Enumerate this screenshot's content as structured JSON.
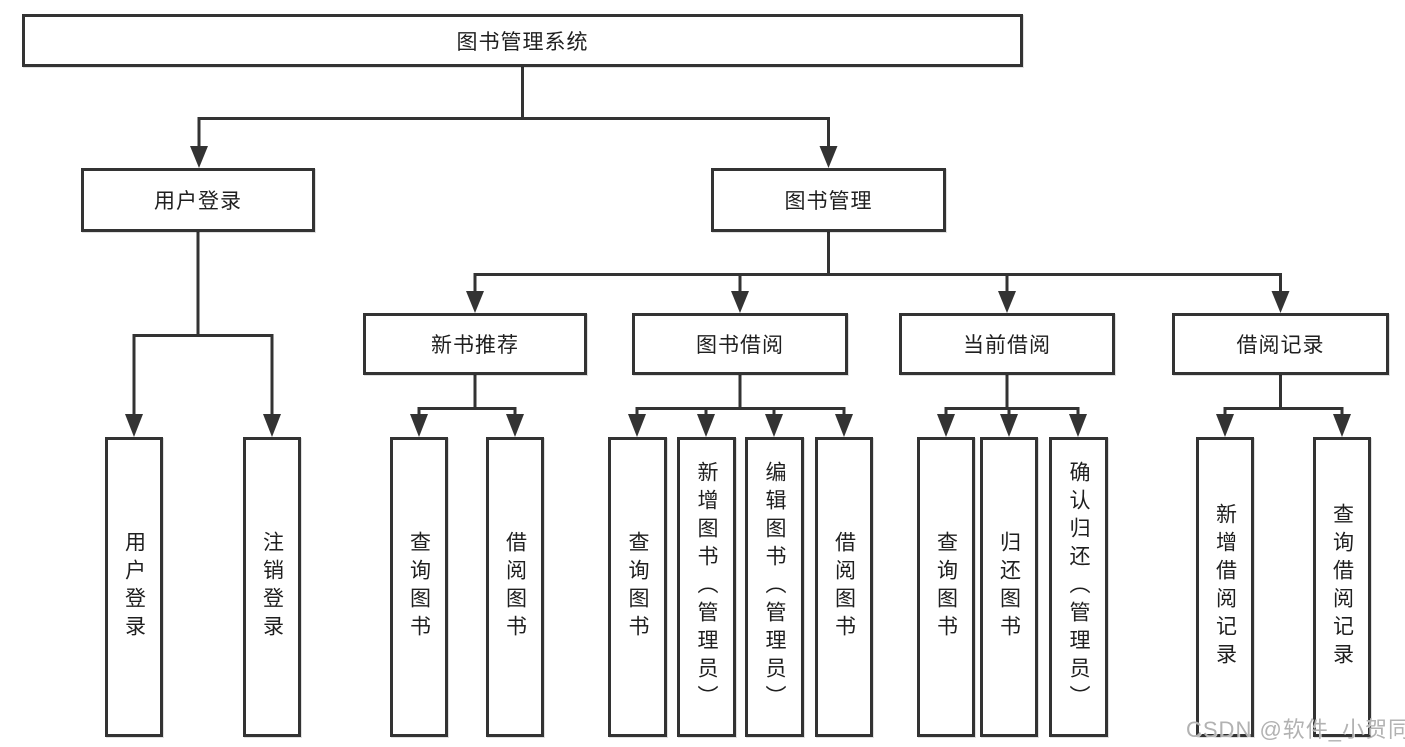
{
  "colors": {
    "line": "#333333",
    "box_border": "#333333",
    "text": "#1f1f1f",
    "background": "#ffffff",
    "watermark": "#b2b2b2"
  },
  "nodes": {
    "root": {
      "label": "图书管理系统"
    },
    "level2": [
      {
        "label": "用户登录"
      },
      {
        "label": "图书管理"
      }
    ],
    "level3": [
      {
        "label": "新书推荐"
      },
      {
        "label": "图书借阅"
      },
      {
        "label": "当前借阅"
      },
      {
        "label": "借阅记录"
      }
    ],
    "leaves": {
      "user_login": [
        "用户登录",
        "注销登录"
      ],
      "new_book": [
        "查询图书",
        "借阅图书"
      ],
      "book_borrow": [
        "查询图书",
        "新增图书（管理员）",
        "编辑图书（管理员）",
        "借阅图书"
      ],
      "current_borrow": [
        "查询图书",
        "归还图书",
        "确认归还（管理员）"
      ],
      "borrow_record": [
        "新增借阅记录",
        "查询借阅记录"
      ]
    }
  },
  "watermark": "CSDN @软件_小贺同学"
}
